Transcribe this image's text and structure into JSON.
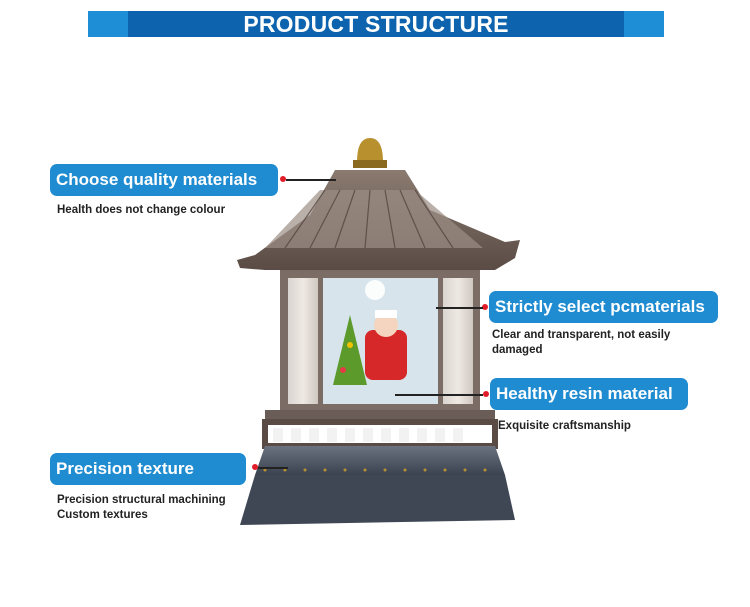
{
  "header": {
    "title": "PRODUCT STRUCTURE"
  },
  "callouts": [
    {
      "label": "Choose quality materials",
      "description": [
        "Health does not change colour"
      ]
    },
    {
      "label": "Strictly select pcmaterials",
      "description": [
        "Clear and transparent, not easily",
        "damaged"
      ]
    },
    {
      "label": "Healthy resin material",
      "description": [
        "Exquisite craftsmanship"
      ]
    },
    {
      "label": "Precision texture",
      "description": [
        "Precision structural machining",
        "Custom textures"
      ]
    }
  ],
  "colors": {
    "header_dark": "#0d63ad",
    "header_light": "#1e8fd6",
    "callout": "#1f8bd0",
    "marker": "#e11d2a"
  }
}
